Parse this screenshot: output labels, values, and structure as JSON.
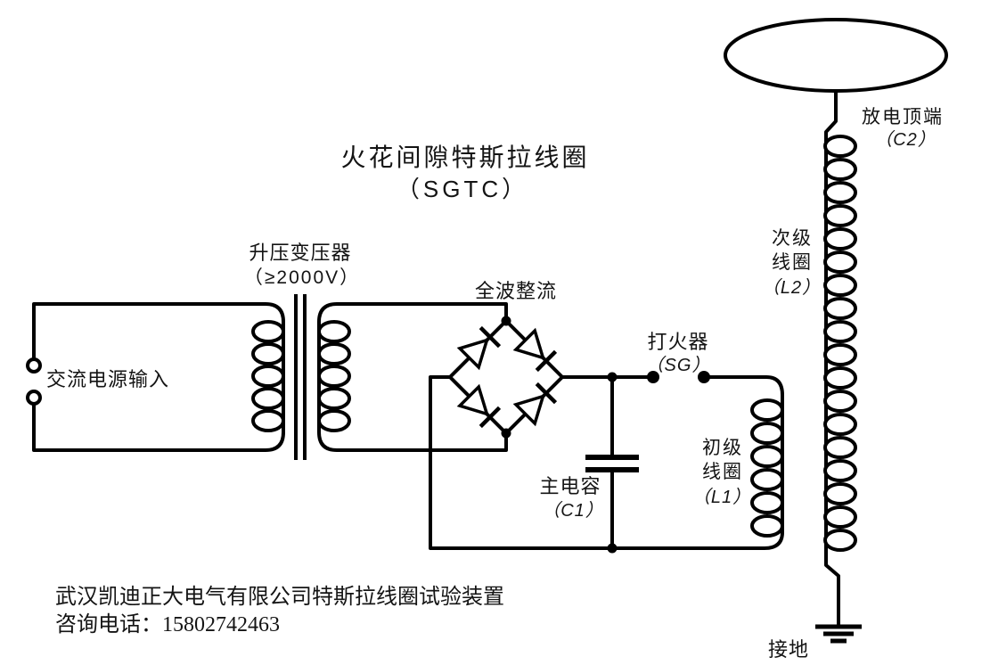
{
  "title": {
    "line1": "火花间隙特斯拉线圈",
    "line2": "（SGTC）"
  },
  "components": {
    "ac_source": {
      "label": "交流电源输入"
    },
    "transformer": {
      "name": "升压变压器",
      "spec": "（≥2000V）"
    },
    "rectifier": {
      "name": "全波整流"
    },
    "main_capacitor": {
      "name": "主电容",
      "ref": "（C1）"
    },
    "spark_gap": {
      "name": "打火器",
      "ref": "（SG）"
    },
    "primary_coil": {
      "line1": "初级",
      "line2": "线圈",
      "ref": "（L1）"
    },
    "secondary_coil": {
      "line1": "次级",
      "line2": "线圈",
      "ref": "（L2）"
    },
    "top_terminal": {
      "name": "放电顶端",
      "ref": "（C2）"
    },
    "ground": {
      "label": "接地"
    }
  },
  "footer": {
    "line1": "武汉凯迪正大电气有限公司特斯拉线圈试验装置",
    "line2": "咨询电话：15802742463",
    "color": "#e03030"
  },
  "colors": {
    "line": "#000000",
    "background": "#ffffff",
    "label": "#141414"
  }
}
